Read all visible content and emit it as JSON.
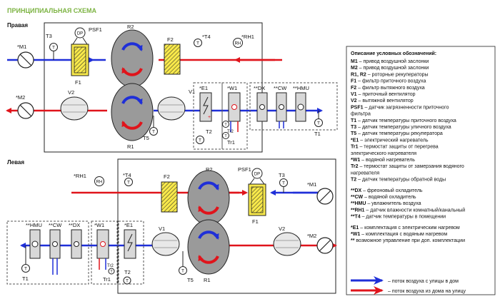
{
  "title": "ПРИНЦИПИАЛЬНАЯ СХЕМА",
  "colors": {
    "title": "#7cb342",
    "supply_air": "#1f2fd8",
    "exhaust_air": "#e0141b",
    "filter": "#f7e84a",
    "rotor": "#9a9a9a",
    "fan": "#e8e8e8"
  },
  "right": {
    "heading": "Правая",
    "labels": {
      "m1": "*M1",
      "m2": "*M2",
      "t3": "T3",
      "dp": "DP",
      "psf1": "PSF1",
      "f1": "F1",
      "r2": "R2",
      "r1": "R1",
      "f2": "F2",
      "t4": "*T4",
      "rh1": "*RH1",
      "rh": "RH",
      "v2": "V2",
      "v1": "V1",
      "t5": "T5",
      "e1": "*E1",
      "t2": "T2",
      "w1": "*W1",
      "tr2": "Tr2",
      "tr1": "Tr1",
      "dx": "**DX",
      "cw": "**CW",
      "hmu": "**HMU",
      "t1": "T1",
      "t": "T"
    }
  },
  "left": {
    "heading": "Левая",
    "labels": {
      "rh1": "*RH1",
      "rh": "RH",
      "t4": "*T4",
      "f2": "F2",
      "r2": "R2",
      "psf1": "PSF1",
      "dp": "DP",
      "t3": "T3",
      "m1": "*M1",
      "f1": "F1",
      "hmu": "**HMU",
      "cw": "**CW",
      "dx": "**DX",
      "w1": "*W1",
      "e1": "*E1",
      "v1": "V1",
      "r1": "R1",
      "v2": "V2",
      "m2": "*M2",
      "tr2": "Tr2",
      "tr1": "Tr1",
      "t2": "T2",
      "t1": "T1",
      "t5": "T5",
      "t": "T"
    }
  },
  "legend": {
    "heading": "Описание условных обозначений:",
    "lines": [
      {
        "key": "M1",
        "text": " – привод воздушной заслонки"
      },
      {
        "key": "M2",
        "text": " – привод воздушной заслонки"
      },
      {
        "key": "R1, R2",
        "text": " – роторные рекуператоры"
      },
      {
        "key": "F1",
        "text": " – фильтр приточного воздуха"
      },
      {
        "key": "F2",
        "text": " – фильтр вытяжного воздуха"
      },
      {
        "key": "V1",
        "text": " – приточный вентилятор"
      },
      {
        "key": "V2",
        "text": " – вытяжной вентилятор"
      },
      {
        "key": "PSF1",
        "text": " – датчик загрязненности приточного"
      },
      {
        "key": "",
        "text": "фильтра"
      },
      {
        "key": "T1",
        "text": " – датчик температуры приточного воздуха"
      },
      {
        "key": "T3",
        "text": " – датчик температуры уличного воздуха"
      },
      {
        "key": "T5",
        "text": " – датчик температуры рекуператора"
      },
      {
        "key": "*E1",
        "text": " – электрический нагреватель"
      },
      {
        "key": "Tr1",
        "text": " – термостат защиты от перегрева"
      },
      {
        "key": "",
        "text": "электрического нагревателя"
      },
      {
        "key": "*W1",
        "text": " – водяной нагреватель"
      },
      {
        "key": "Tr2",
        "text": " – термостат защиты от замерзания водяного"
      },
      {
        "key": "",
        "text": "нагревателя"
      },
      {
        "key": "T2",
        "text": " – датчик температуры обратной воды"
      }
    ],
    "lines2": [
      {
        "key": "**DX",
        "text": " – фреоновый охладитель"
      },
      {
        "key": "**CW",
        "text": " – водяной охладитель"
      },
      {
        "key": "**HMU",
        "text": " – увлажнитель воздуха"
      },
      {
        "key": "**RH1",
        "text": " – датчик влажности комнатный/канальный"
      },
      {
        "key": "**T4",
        "text": " – датчик температуры в помещении"
      }
    ],
    "lines3": [
      {
        "key": "*E1",
        "text": " – комплектация с электрическим нагревом"
      },
      {
        "key": "*W1",
        "text": " – комплектация с водяным нагревом"
      },
      {
        "key": "**",
        "text": " возможное управление при доп. комплектации"
      }
    ],
    "arrow_blue": "– поток воздуха с улицы в дом",
    "arrow_red": "– поток воздуха из дома на улицу"
  }
}
